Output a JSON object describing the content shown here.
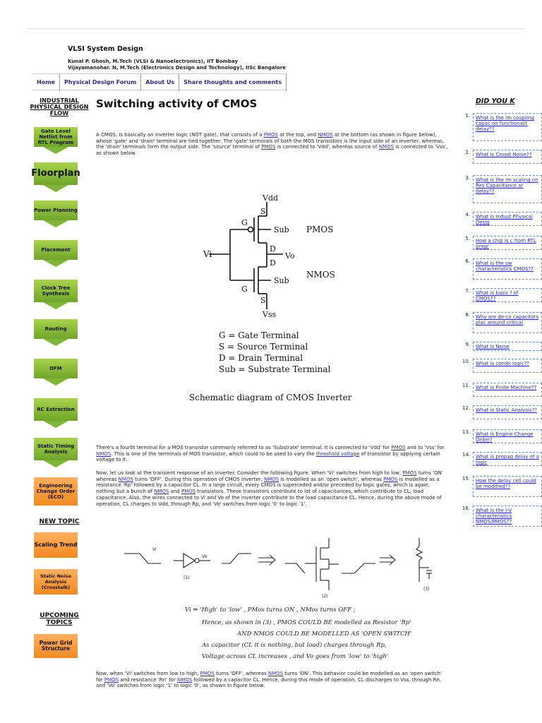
{
  "header": {
    "site_title": "VLSI System Design",
    "byline_1": "Kunal P. Ghosh, M.Tech (VLSI & Nanoelectronics), IIT Bombay",
    "byline_2": "Vijayamanohar. N, M.Tech (Electronics Design and Technology), IISc Bangalore"
  },
  "nav": {
    "items": [
      {
        "label": "Home"
      },
      {
        "label": "Physical Design Forum"
      },
      {
        "label": "About Us"
      },
      {
        "label": "Share thoughts and comments"
      }
    ]
  },
  "sidebar": {
    "heading": "INDUSTRIAL PHYSICAL DESIGN FLOW",
    "steps": [
      {
        "label": "Gate Level Netlist from RTL Program"
      },
      {
        "label": "Floorplan"
      },
      {
        "label": "Power Planning"
      },
      {
        "label": "Placement"
      },
      {
        "label": "Clock Tree Synthesis"
      },
      {
        "label": "Routing"
      },
      {
        "label": "DFM"
      },
      {
        "label": "RC Extraction"
      },
      {
        "label": "Static Timing Analysis"
      },
      {
        "label": "Engineering Change Order (ECO)"
      }
    ],
    "new_topic_heading": "NEW TOPIC",
    "new_topics": [
      {
        "label": "Scaling Trend"
      },
      {
        "label": "Static Noise Analysis (Crosstalk)"
      }
    ],
    "upcoming_heading": "UPCOMING TOPICS",
    "upcoming": [
      {
        "label": "Power Grid Structure"
      }
    ]
  },
  "main": {
    "title": "Switching activity of CMOS",
    "para1": {
      "t1": "A CMOS, is basically an inverter logic (NOT gate), that consists of a ",
      "l1": "PMOS",
      "t2": " at the top, and ",
      "l2": "NMOS",
      "t3": " at the bottom (as shown in figure below), whose 'gate' and 'drain' terminal are tied together. The 'gate' terminals of both the MOS transistors is the input side of an inverter, whereas, the 'drain' terminals form the output side. The 'source' terminal of ",
      "l3": "PMOS",
      "t4": " is connected to 'Vdd', whereas source of ",
      "l4": "NMOS",
      "t5": " is connected to 'Vss', as shown below."
    },
    "diagram": {
      "vdd": "Vdd",
      "vss": "Vss",
      "vi": "Vi",
      "vo": "Vo",
      "s": "S",
      "d": "D",
      "g": "G",
      "sub": "Sub",
      "pmos": "PMOS",
      "nmos": "NMOS",
      "legend_g": "G = Gate Terminal",
      "legend_s": "S = Source Terminal",
      "legend_d": "D = Drain Terminal",
      "legend_sub": "Sub = Substrate Terminal",
      "caption": "Schematic diagram of CMOS Inverter"
    },
    "para2": {
      "t1": "There's a fourth terminal for a MOS transistor commonly referred to as 'Substrate' terminal. It is connected to 'Vdd' for ",
      "l1": "PMOS",
      "t2": " and to 'Vss' for ",
      "l2": "NMOS",
      "t3": ". This is one of the terminals of MOS transistor, which could to be used to vary the ",
      "l3": "threshold voltage",
      "t4": " of transistor by applying certain voltage to it."
    },
    "para3": {
      "t1": "Now, let us look at the transient response of an inverter. Consider the following figure. When 'Vi' switches from high to low, ",
      "l1": "PMOS",
      "t2": " turns 'ON' whereas ",
      "l2": "NMOS",
      "t3": " turns 'OFF'. During this operation of CMOS inverter, ",
      "l3": "NMOS",
      "t4": " is modelled as an 'open switch', whereas ",
      "l4": "PMOS",
      "t5": " is modelled as a resistance 'Rp' followed by a capacitor CL. In a large circuit, every CMOS is superceded and/or preceded by logic gates, which is again, nothing but a bunch of ",
      "l5": "NMOS",
      "t6": " and ",
      "l6": "PMOS",
      "t7": " transistors. These transistors contribute to lot of capacitances, which contribute to CL, load capacitance. Also, the wires connected to Vi and Vo of the inverter contribute to the load capacitance CL. Hence, during the above mode of operation, CL charges to Vdd, through Rp, and 'Vo' switches from logic '0' to logic '1'."
    },
    "sketch": {
      "line1": "Vi ⇒ 'High' to 'low' , PMos turns ON , NMos turns OFF ;",
      "line2": "Hence, as shown in (3) , PMOS COULD BE modelled as Resistor 'Rp'",
      "line3": "AND NMOS COULD BE MODELLED AS 'OPEN SWITCH'",
      "line4": "As capacitor (CL it is nothing, but load) charges through Rp,",
      "line5": "Voltage across CL increases , and Vo goes from 'low' to 'high'",
      "fig1": "(1)",
      "fig2": "(2)",
      "fig3": "(3)",
      "vi": "Vi",
      "vo": "Vo"
    },
    "para4": {
      "t1": "Now, when 'Vi' switches from low to high, ",
      "l1": "PMOS",
      "t2": " turns 'OFF', whereas ",
      "l2": "NMOS",
      "t3": " turns 'ON'. This behavior could be modelled as an 'open switch' for ",
      "l3": "PMOS",
      "t4": " and resistance 'Rn' for ",
      "l4": "NMOS",
      "t5": " followed by a capacitor CL. Hence, during this mode of operation, CL discharges to Vss, through Rn, and 'Vo' switches from logic '1' to logic '0', as shown in figure below."
    }
  },
  "right": {
    "title": "DID YOU K",
    "items": [
      {
        "num": "1.",
        "text": "What is the im coupling capac on functionalit delay??"
      },
      {
        "num": "2.",
        "text": "What is Crosst Noise??"
      },
      {
        "num": "3.",
        "text": "What is the im scaling on Res Capacitance ar delay??"
      },
      {
        "num": "4.",
        "text": "What is Indust Physical Desig"
      },
      {
        "num": "5.",
        "text": "How a chip is c from RTL progr"
      },
      {
        "num": "6.",
        "text": "What is the sw characteristics CMOS??"
      },
      {
        "num": "7.",
        "text": "What is basic f of CMOS??"
      },
      {
        "num": "8.",
        "text": "Why are de-co capacitors plac around critical"
      },
      {
        "num": "9.",
        "text": "What is Noise"
      },
      {
        "num": "10.",
        "text": "What is combi logic??"
      },
      {
        "num": "11.",
        "text": "What is Finite Machine??"
      },
      {
        "num": "12.",
        "text": "What is Static Analysis??"
      },
      {
        "num": "13.",
        "text": "What is Engine Change Order?"
      },
      {
        "num": "14.",
        "text": "What is propag delay of a logic"
      },
      {
        "num": "15.",
        "text": "How the delay cell could be modified??"
      },
      {
        "num": "16.",
        "text": "What is the I-V characteristics NMOS/PMOS??"
      }
    ]
  }
}
